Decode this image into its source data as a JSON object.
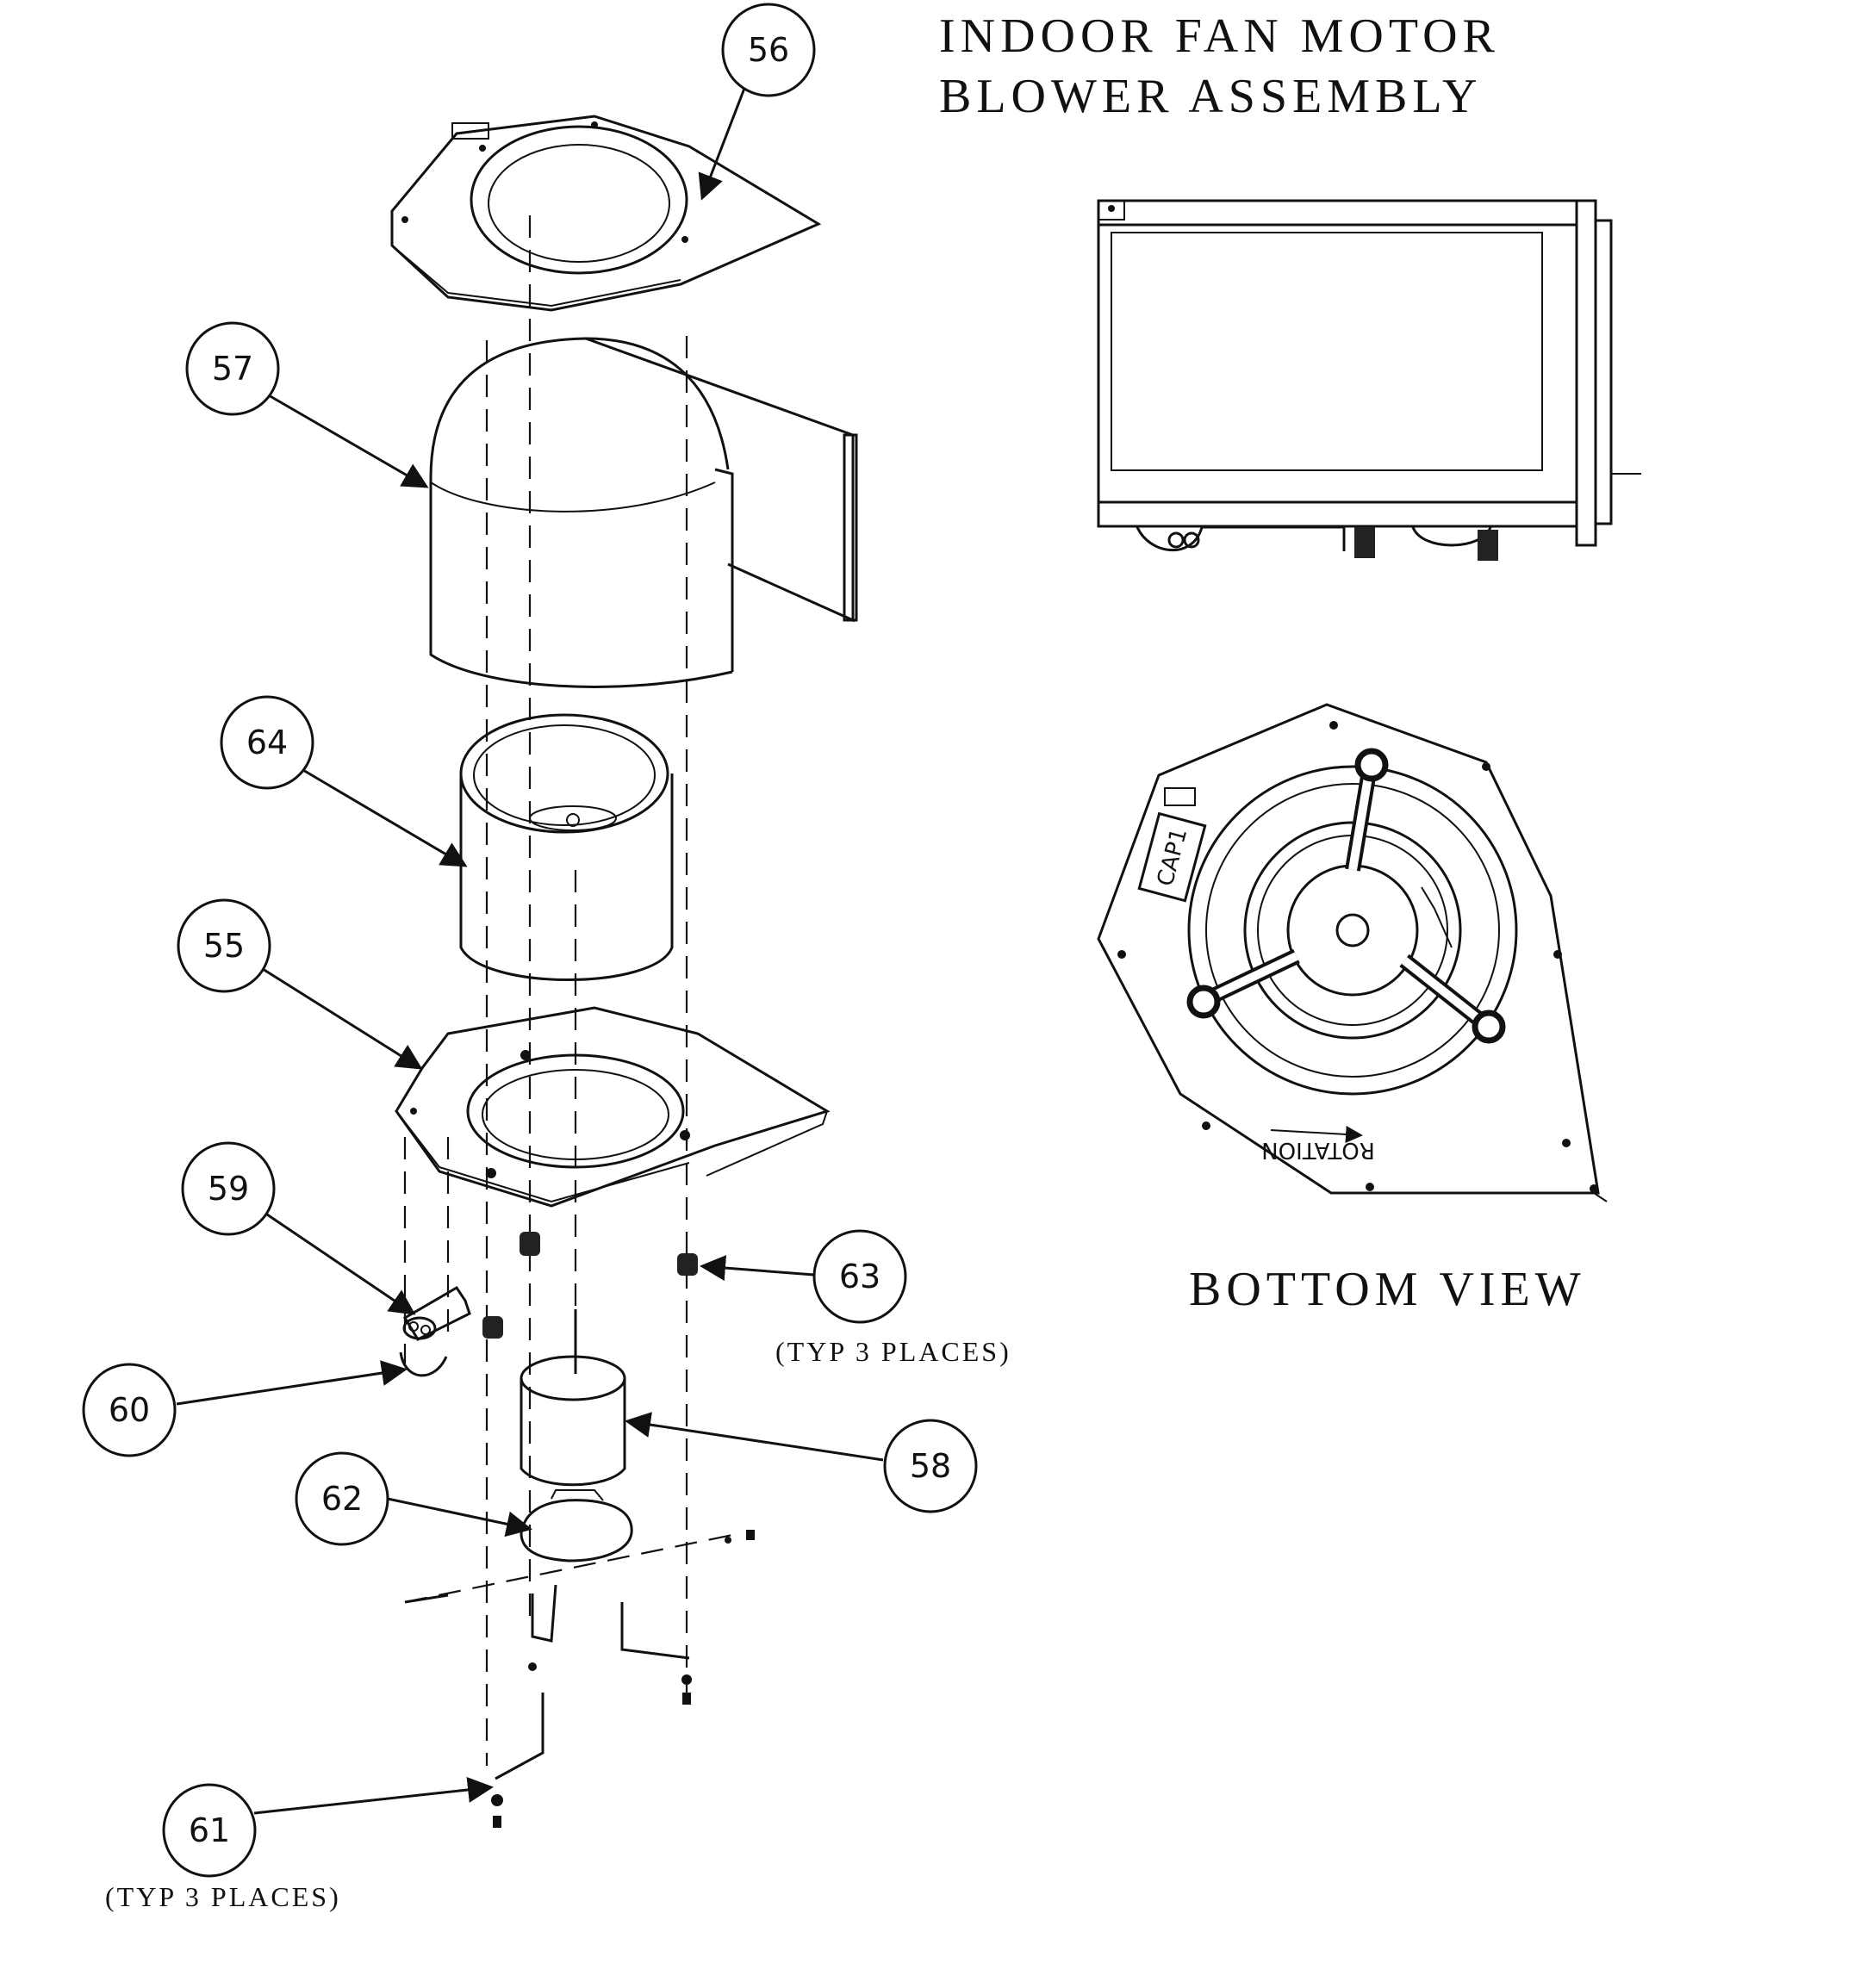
{
  "title": {
    "line1": "INDOOR FAN MOTOR",
    "line2": "BLOWER ASSEMBLY"
  },
  "views": {
    "bottom_view_label": "BOTTOM VIEW",
    "cap_label": "CAP1",
    "rotation_label": "ROTATION"
  },
  "callouts": [
    {
      "id": "56",
      "label": "56"
    },
    {
      "id": "57",
      "label": "57"
    },
    {
      "id": "64",
      "label": "64"
    },
    {
      "id": "55",
      "label": "55"
    },
    {
      "id": "59",
      "label": "59"
    },
    {
      "id": "60",
      "label": "60"
    },
    {
      "id": "63",
      "label": "63"
    },
    {
      "id": "58",
      "label": "58"
    },
    {
      "id": "62",
      "label": "62"
    },
    {
      "id": "61",
      "label": "61"
    }
  ],
  "notes": {
    "typ_63": "(TYP 3 PLACES)",
    "typ_61": "(TYP 3 PLACES)"
  }
}
